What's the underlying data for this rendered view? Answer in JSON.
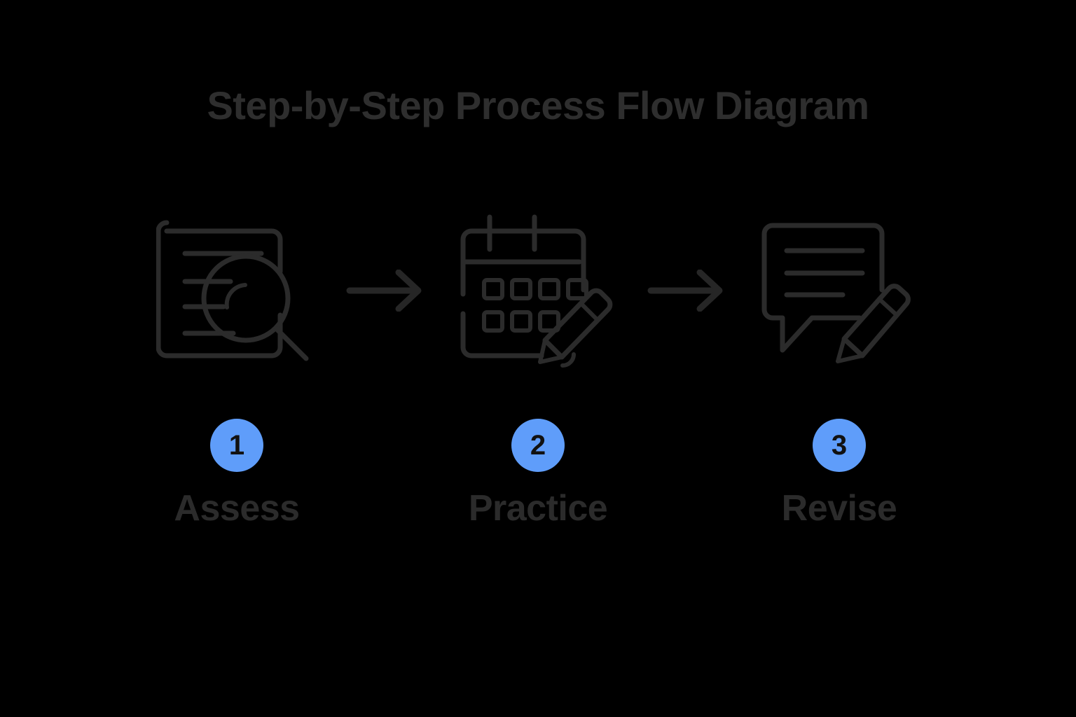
{
  "page": {
    "background_color": "#000000",
    "title": "Step-by-Step Process Flow Diagram",
    "title_color": "#2e2e2e"
  },
  "theme": {
    "badge_color": "#5f9dfa",
    "badge_text_color": "#111111",
    "icon_stroke_color": "#2b2b2b",
    "label_color": "#2b2b2b",
    "arrow_color": "#262626"
  },
  "diagram": {
    "type": "process-flow",
    "orientation": "horizontal",
    "step_count": 3,
    "steps": [
      {
        "number": "1",
        "label": "Assess",
        "icon": "document-magnifier-icon"
      },
      {
        "number": "2",
        "label": "Practice",
        "icon": "calendar-pencil-icon"
      },
      {
        "number": "3",
        "label": "Revise",
        "icon": "speech-bubble-pencil-icon"
      }
    ],
    "connectors": [
      {
        "icon": "arrow-right-icon"
      },
      {
        "icon": "arrow-right-icon"
      }
    ]
  }
}
